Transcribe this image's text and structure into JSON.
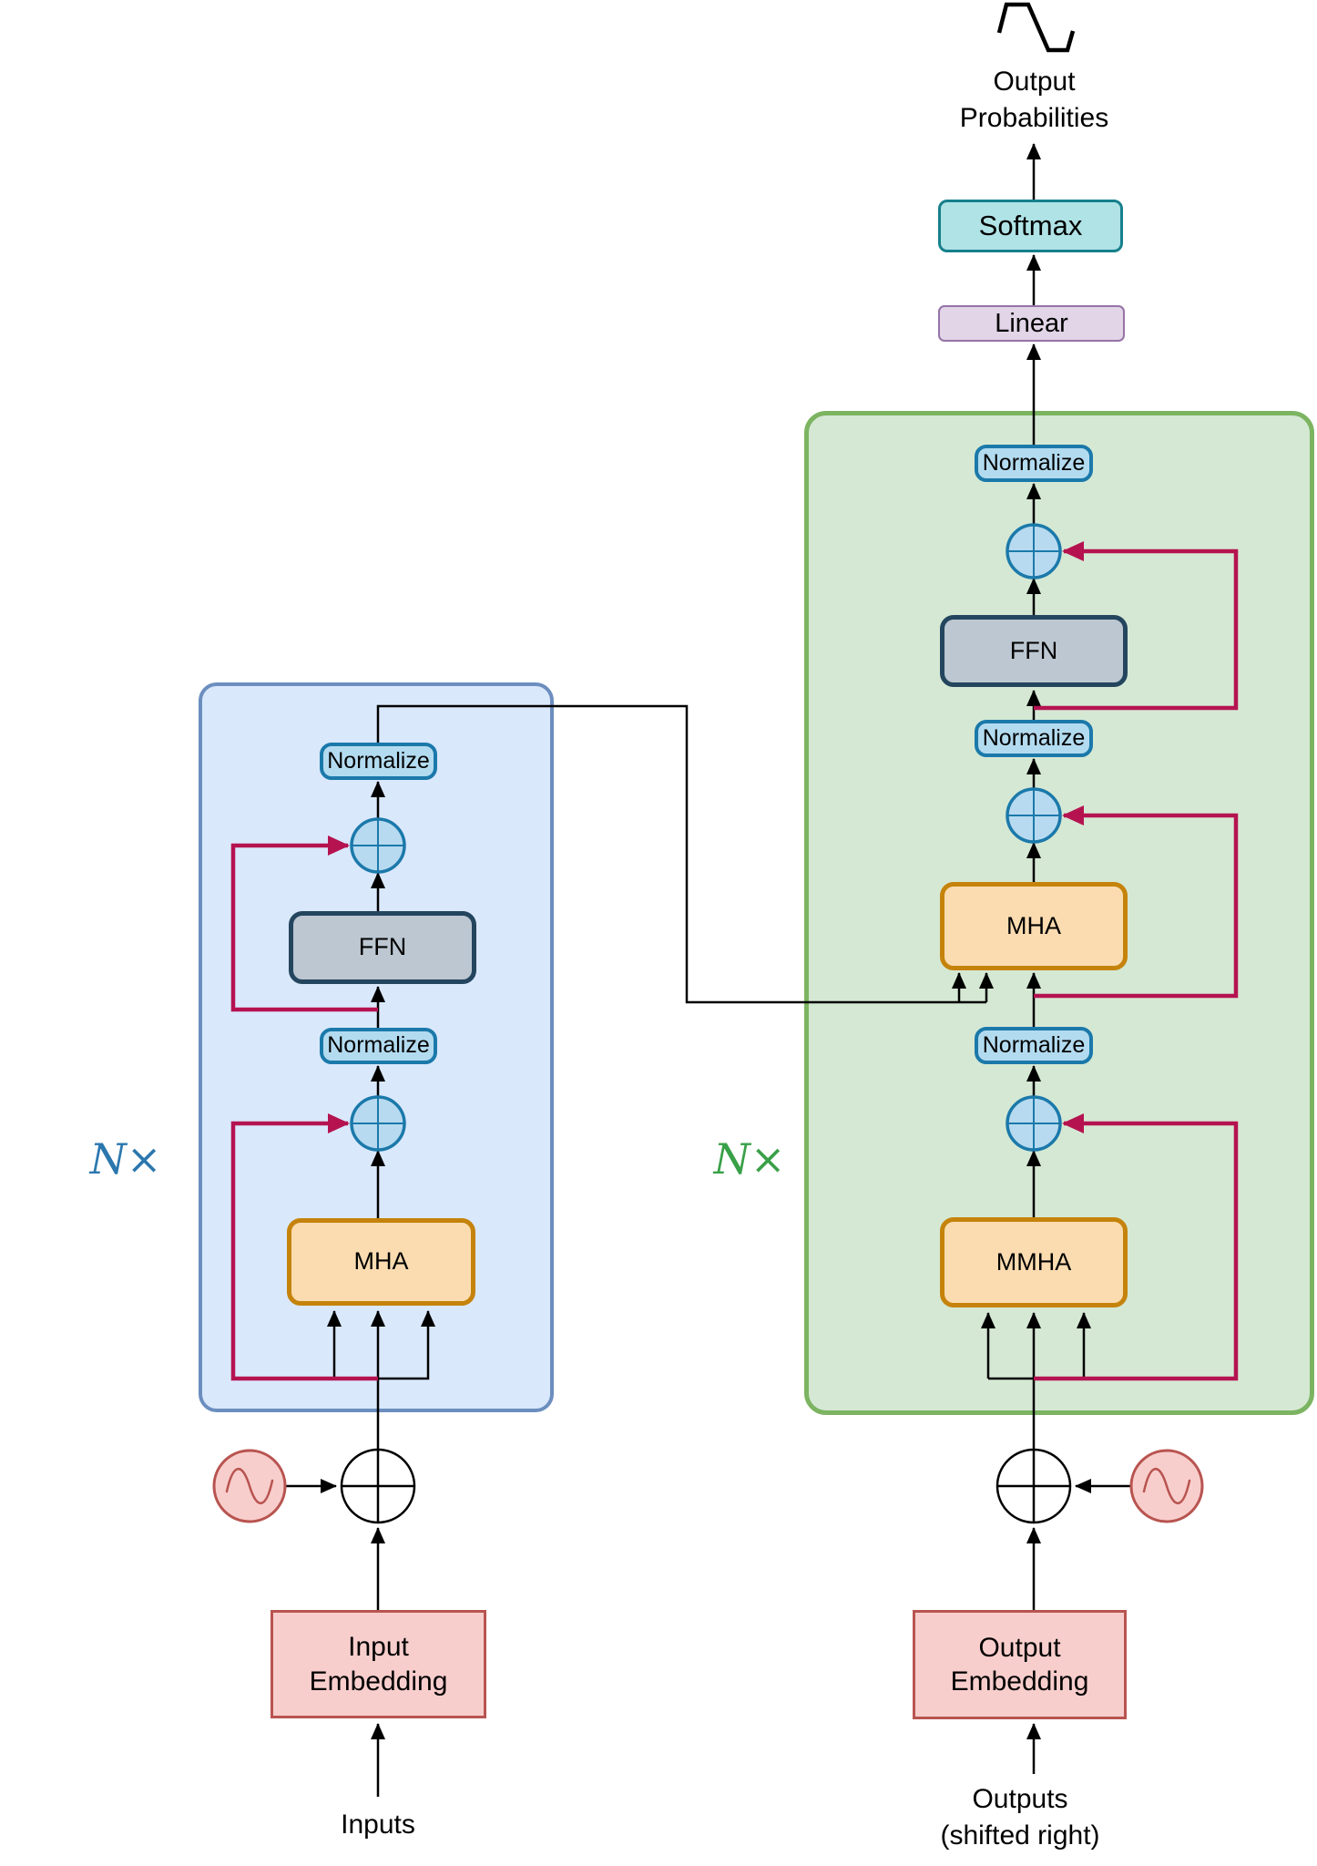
{
  "diagram": {
    "type": "transformer-architecture",
    "top_output": {
      "icon": "output-distribution-squiggle-icon",
      "label_line1": "Output",
      "label_line2": "Probabilities"
    },
    "blocks": {
      "softmax": "Softmax",
      "linear": "Linear",
      "normalize": "Normalize",
      "ffn": "FFN",
      "mha": "MHA",
      "mmha": "MMHA"
    },
    "encoder": {
      "repeat_label": "N×",
      "stack_bottom_to_top": [
        "MHA",
        "Normalize",
        "FFN",
        "Normalize"
      ],
      "embedding_line1": "Input",
      "embedding_line2": "Embedding",
      "source_label": "Inputs",
      "positional_encoding_icon": "sine-wave-icon",
      "add_icon": "plus-circle-icon"
    },
    "decoder": {
      "repeat_label": "N×",
      "stack_bottom_to_top": [
        "MMHA",
        "Normalize",
        "MHA",
        "Normalize",
        "FFN",
        "Normalize"
      ],
      "embedding_line1": "Output",
      "embedding_line2": "Embedding",
      "source_label_line1": "Outputs",
      "source_label_line2": "(shifted right)",
      "positional_encoding_icon": "sine-wave-icon",
      "add_icon": "plus-circle-icon"
    },
    "colors": {
      "flow_line": "#000000",
      "residual_line": "#b51350",
      "encoder_container_fill": "#dae8fc",
      "encoder_container_border": "#6c8ebf",
      "decoder_container_fill": "#d5e8d4",
      "decoder_container_border": "#7cb461",
      "normalize_fill": "#b3dbf0",
      "normalize_border": "#1b79aa",
      "add_circle_fill": "#b7daf0",
      "add_circle_border": "#1b79aa",
      "ffn_fill": "#bcc7d1",
      "ffn_border": "#24455e",
      "attention_fill": "#fbdcb0",
      "attention_border": "#c5830b",
      "softmax_fill": "#b0e3e6",
      "softmax_border": "#17808c",
      "linear_fill": "#e1d5e7",
      "linear_border": "#9673a6",
      "embedding_fill": "#f8cecc",
      "embedding_border": "#b85450",
      "encoder_repeat_color": "#2b77ae",
      "decoder_repeat_color": "#38a047"
    }
  }
}
